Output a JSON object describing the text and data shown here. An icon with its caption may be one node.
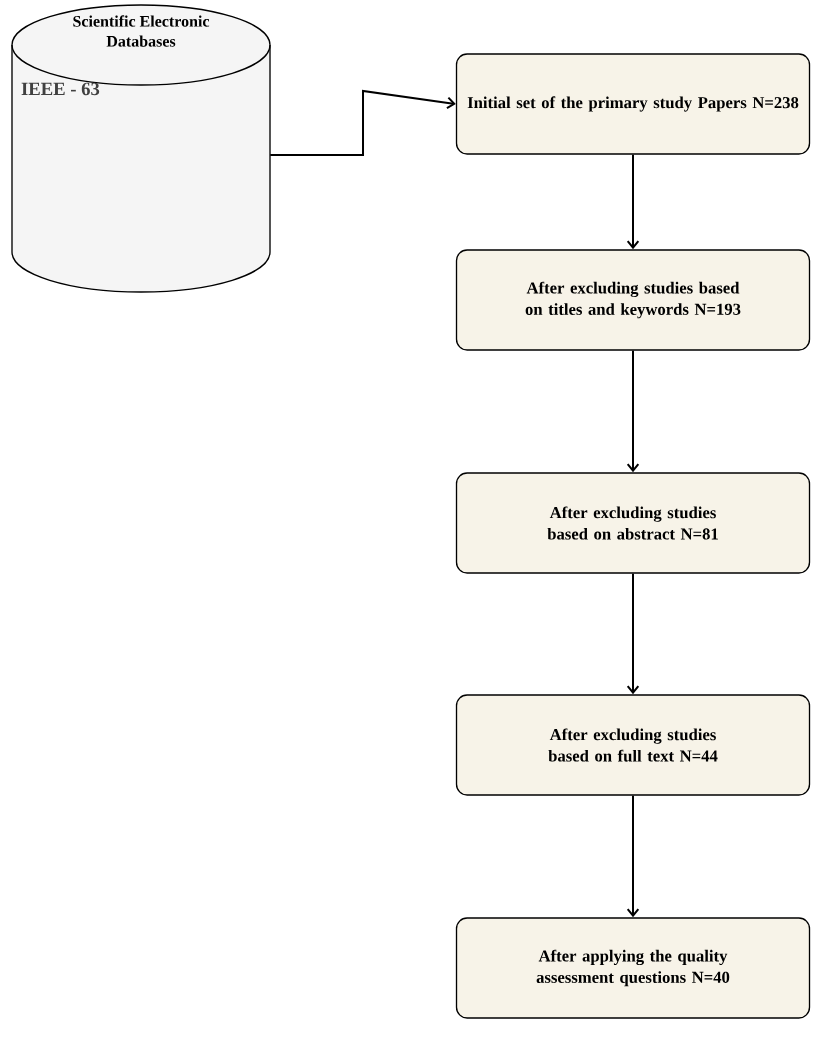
{
  "diagram": {
    "nodes": [
      {
        "text": [
          "Scientific Electronic Databases",
          "IEEE - 63"
        ]
      },
      {
        "text": [
          "Initial set of the primary study Papers N=238"
        ]
      },
      {
        "text": [
          "After excluding studies based on titles and keywords N=193"
        ]
      },
      {
        "text": [
          "After excluding studies based on abstract N=81"
        ]
      },
      {
        "text": [
          "After excluding studies based on full text N=44"
        ]
      },
      {
        "text": [
          "After applying the quality assessment questions N=40"
        ]
      }
    ],
    "edges": [
      {
        "from": 0,
        "to": 1,
        "arrow": "to"
      },
      {
        "from": 1,
        "to": 2,
        "arrow": "to"
      },
      {
        "from": 2,
        "to": 3,
        "arrow": "to"
      },
      {
        "from": 3,
        "to": 4,
        "arrow": "to"
      },
      {
        "from": 4,
        "to": 5,
        "arrow": "to"
      }
    ]
  }
}
